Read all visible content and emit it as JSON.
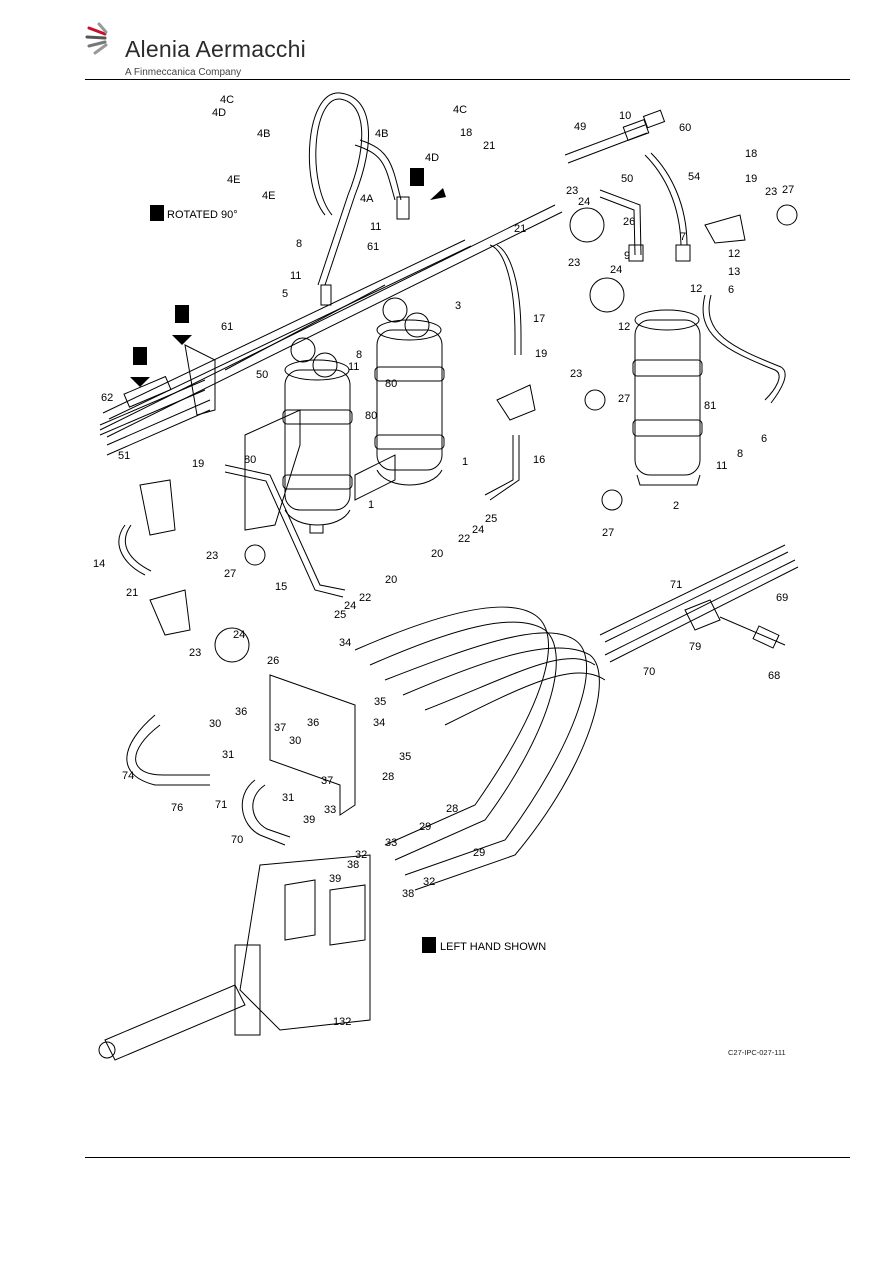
{
  "header": {
    "brand": "Alenia Aermacchi",
    "tagline": "A Finmeccanica Company"
  },
  "figure": {
    "code": "C27-IPC-027-111",
    "view_a": {
      "letter": "A",
      "caption": "ROTATED 90°"
    },
    "view_b": {
      "letter": "B",
      "caption": "LEFT HAND SHOWN"
    },
    "view_d": {
      "letter": "D"
    },
    "view_e": {
      "letter": "E"
    },
    "view_j": {
      "letter": "J"
    },
    "callouts": {
      "c4c_1": "4C",
      "c4d_1": "4D",
      "c4b_1": "4B",
      "c4b_2": "4B",
      "c4c_2": "4C",
      "c4d_2": "4D",
      "c4e_1": "4E",
      "c4e_2": "4E",
      "c4a": "4A",
      "c18_1": "18",
      "c21_1": "21",
      "c49": "49",
      "c10": "10",
      "c60": "60",
      "c18_2": "18",
      "c19_1": "19",
      "c23_1": "23",
      "c27_1": "27",
      "c23_2": "23",
      "c24_1": "24",
      "c26_1": "26",
      "c50_1": "50",
      "c54": "54",
      "c9": "9",
      "c7": "7",
      "c12_1": "12",
      "c13": "13",
      "c6_1": "6",
      "c12_2": "12",
      "c12_3": "12",
      "c11_1": "11",
      "c8_1": "8",
      "c61_1": "61",
      "c21_2": "21",
      "c23_3": "23",
      "c24_2": "24",
      "c11_2": "11",
      "c5": "5",
      "c3": "3",
      "c17": "17",
      "c8_2": "8",
      "c11_3": "11",
      "c19_2": "19",
      "c61_2": "61",
      "c50_2": "50",
      "c80_1": "80",
      "c23_4": "23",
      "c27_2": "27",
      "c62": "62",
      "c51": "51",
      "c80_2": "80",
      "c81": "81",
      "c80_3": "80",
      "c1_1": "1",
      "c16": "16",
      "c11_4": "11",
      "c8_3": "8",
      "c6_2": "6",
      "c1_2": "1",
      "c25_1": "25",
      "c24_3": "24",
      "c22_1": "22",
      "c2": "2",
      "c27_3": "27",
      "c20_1": "20",
      "c19_3": "19",
      "c23_5": "23",
      "c27_4": "27",
      "c14": "14",
      "c20_2": "20",
      "c15": "15",
      "c22_2": "22",
      "c24_4": "24",
      "c25_2": "25",
      "c21_3": "21",
      "c24_5": "24",
      "c23_6": "23",
      "c26_2": "26",
      "c71_1": "71",
      "c69": "69",
      "c79": "79",
      "c70_1": "70",
      "c68": "68",
      "c34_1": "34",
      "c35_1": "35",
      "c36_1": "36",
      "c30_1": "30",
      "c37_1": "37",
      "c36_2": "36",
      "c34_2": "34",
      "c35_2": "35",
      "c31_1": "31",
      "c30_2": "30",
      "c74": "74",
      "c28_1": "28",
      "c37_2": "37",
      "c76": "76",
      "c71_2": "71",
      "c31_2": "31",
      "c33_1": "33",
      "c28_2": "28",
      "c29_1": "29",
      "c70_2": "70",
      "c39_1": "39",
      "c32_1": "32",
      "c33_2": "33",
      "c38_1": "38",
      "c29_2": "29",
      "c39_2": "39",
      "c32_2": "32",
      "c38_2": "38",
      "c132": "132"
    }
  }
}
